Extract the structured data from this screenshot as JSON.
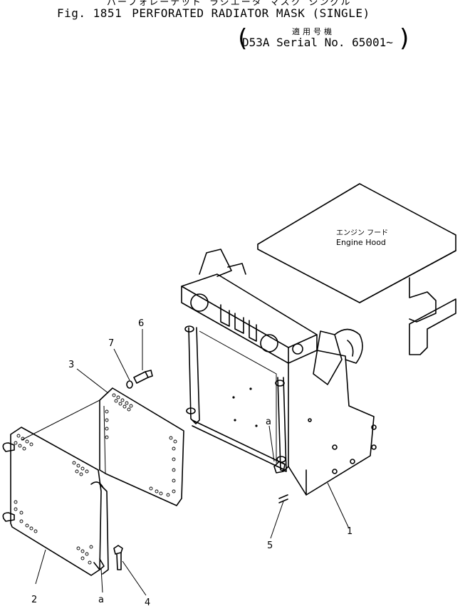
{
  "header": {
    "japanese_title": "パーフォレーテッド ラジエータ マスク シングル",
    "figure_number": "Fig. 1851",
    "figure_title": "PERFORATED RADIATOR MASK (SINGLE)",
    "applicability_jp": "適用号機",
    "applicability": "D53A Serial No. 65001~"
  },
  "labels": {
    "engine_hood_jp": "エンジン フード",
    "engine_hood": "Engine Hood"
  },
  "callouts": {
    "c1": "1",
    "c2": "2",
    "c3": "3",
    "c4": "4",
    "c5": "5",
    "c6": "6",
    "c7": "7",
    "ca_top": "a",
    "ca_bottom": "a"
  }
}
